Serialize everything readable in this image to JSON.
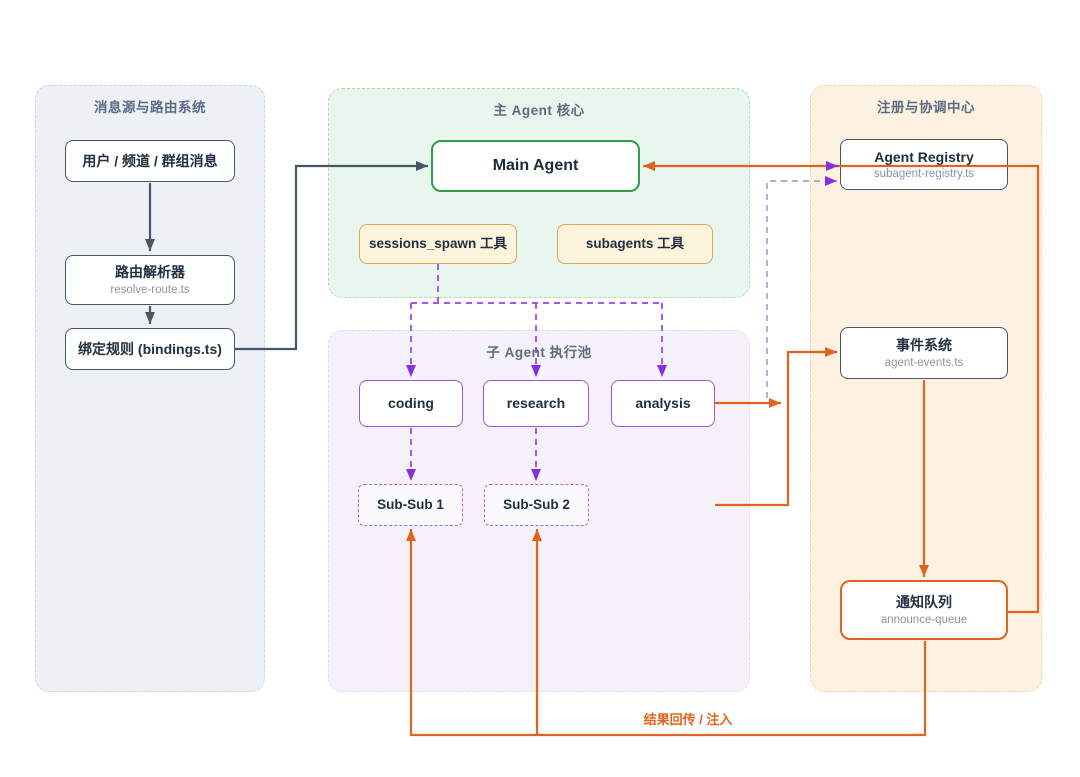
{
  "diagram": {
    "panels": {
      "routing": {
        "title": "消息源与路由系统"
      },
      "main_core": {
        "title": "主 Agent 核心"
      },
      "subagent_pool": {
        "title": "子 Agent 执行池"
      },
      "coordination": {
        "title": "注册与协调中心"
      }
    },
    "nodes": {
      "message_source": {
        "label": "用户 / 频道 / 群组消息"
      },
      "route_resolver": {
        "label": "路由解析器",
        "sublabel": "resolve-route.ts"
      },
      "binding_rules": {
        "label": "绑定规则 (bindings.ts)"
      },
      "main_agent": {
        "label": "Main Agent"
      },
      "sessions_spawn_tool": {
        "label": "sessions_spawn 工具"
      },
      "subagents_tool": {
        "label": "subagents 工具"
      },
      "coding_agent": {
        "label": "coding"
      },
      "research_agent": {
        "label": "research"
      },
      "analysis_agent": {
        "label": "analysis"
      },
      "sub_sub_1": {
        "label": "Sub-Sub 1"
      },
      "sub_sub_2": {
        "label": "Sub-Sub 2"
      },
      "agent_registry": {
        "label": "Agent Registry",
        "sublabel": "subagent-registry.ts"
      },
      "event_system": {
        "label": "事件系统",
        "sublabel": "agent-events.ts"
      },
      "notify_queue": {
        "label": "通知队列",
        "sublabel": "announce-queue"
      }
    },
    "edge_labels": {
      "result_return": "结果回传 / 注入"
    },
    "colors": {
      "slate": "#475569",
      "orange": "#e2631f",
      "purple": "#8b2ce0",
      "green": "#2f9e44"
    }
  }
}
